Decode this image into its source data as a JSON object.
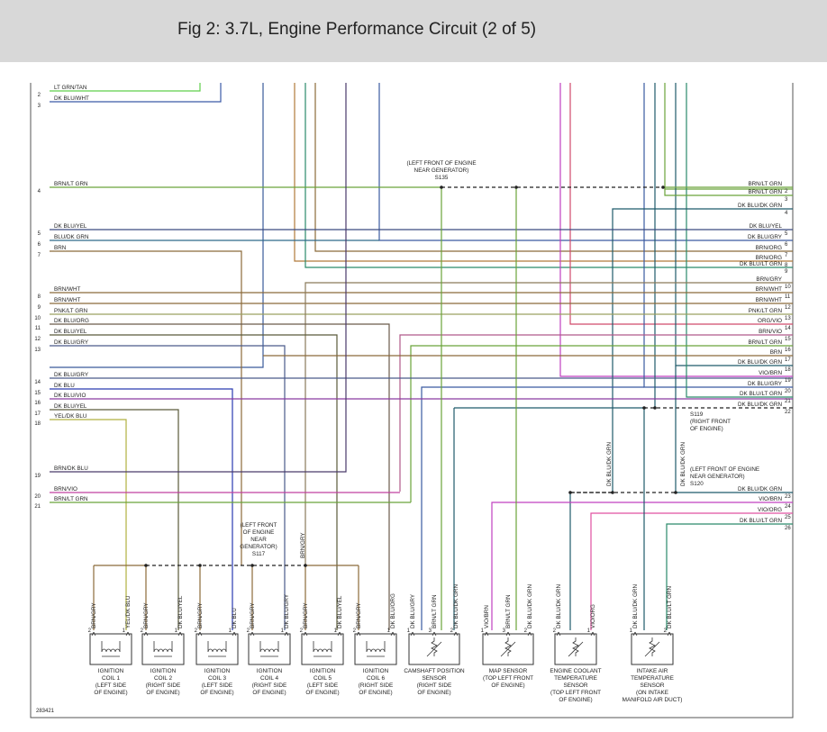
{
  "title": "Fig 2: 3.7L, Engine Performance Circuit (2 of 5)",
  "figure_id": "283421",
  "colors": {
    "header_bg": "#d8d8d8",
    "border": "#555555"
  },
  "left_wires": [
    {
      "num": "2",
      "label": "LT GRN/TAN",
      "color": "#5fcf4a"
    },
    {
      "num": "3",
      "label": "DK BLU/WHT",
      "color": "#3b5aa8"
    },
    {
      "num": "4",
      "label": "BRN/LT GRN",
      "color": "#6aa33a"
    },
    {
      "num": "5",
      "label": "DK BLU/YEL",
      "color": "#3a4a80"
    },
    {
      "num": "6",
      "label": "BLU/DK GRN",
      "color": "#2f6a8a"
    },
    {
      "num": "7",
      "label": "BRN",
      "color": "#8b6a3a"
    },
    {
      "num": "8",
      "label": "BRN/WHT",
      "color": "#8b6a3a"
    },
    {
      "num": "9",
      "label": "BRN/WHT",
      "color": "#8b6a3a"
    },
    {
      "num": "10",
      "label": "PNK/LT GRN",
      "color": "#9aa060"
    },
    {
      "num": "11",
      "label": "DK BLU/ORG",
      "color": "#6a5a4a"
    },
    {
      "num": "12",
      "label": "DK BLU/YEL",
      "color": "#5a5a3a"
    },
    {
      "num": "13",
      "label": "DK BLU/GRY",
      "color": "#4a5a8a"
    },
    {
      "num": "14",
      "label": "DK BLU/GRY",
      "color": "#4a5a8a"
    },
    {
      "num": "15",
      "label": "DK BLU",
      "color": "#2a3ab0"
    },
    {
      "num": "16",
      "label": "DK BLU/VIO",
      "color": "#8a3aa0"
    },
    {
      "num": "17",
      "label": "DK BLU/YEL",
      "color": "#5a5a3a"
    },
    {
      "num": "18",
      "label": "YEL/DK BLU",
      "color": "#b0b040"
    },
    {
      "num": "19",
      "label": "BRN/DK BLU",
      "color": "#4a3a6a"
    },
    {
      "num": "20",
      "label": "BRN/VIO",
      "color": "#c040a0"
    },
    {
      "num": "21",
      "label": "BRN/LT GRN",
      "color": "#6aa33a"
    }
  ],
  "right_wires": [
    {
      "num": "2",
      "label": "BRN/LT GRN",
      "color": "#6aa33a"
    },
    {
      "num": "3",
      "label": "BRN/LT GRN",
      "color": "#6aa33a"
    },
    {
      "num": "4",
      "label": "DK BLU/DK GRN",
      "color": "#1f5a6a"
    },
    {
      "num": "5",
      "label": "DK BLU/YEL",
      "color": "#3a4a80"
    },
    {
      "num": "6",
      "label": "DK BLU/GRY",
      "color": "#3a5aa0"
    },
    {
      "num": "7",
      "label": "BRN/ORG",
      "color": "#b07a3a"
    },
    {
      "num": "8",
      "label": "BRN/ORG",
      "color": "#b07a3a"
    },
    {
      "num": "9",
      "label": "DK BLU/LT GRN",
      "color": "#2a8a6a"
    },
    {
      "num": "10",
      "label": "BRN/GRY",
      "color": "#8a7a5a"
    },
    {
      "num": "11",
      "label": "BRN/WHT",
      "color": "#8b6a3a"
    },
    {
      "num": "12",
      "label": "BRN/WHT",
      "color": "#8b6a3a"
    },
    {
      "num": "13",
      "label": "PNK/LT GRN",
      "color": "#9aa060"
    },
    {
      "num": "14",
      "label": "ORG/VIO",
      "color": "#d04a6a"
    },
    {
      "num": "15",
      "label": "BRN/VIO",
      "color": "#b05a8a"
    },
    {
      "num": "16",
      "label": "BRN/LT GRN",
      "color": "#6aa33a"
    },
    {
      "num": "17",
      "label": "BRN",
      "color": "#8b6a3a"
    },
    {
      "num": "18",
      "label": "DK BLU/DK GRN",
      "color": "#1f5a6a"
    },
    {
      "num": "19",
      "label": "VIO/BRN",
      "color": "#c040c0"
    },
    {
      "num": "20",
      "label": "DK BLU/GRY",
      "color": "#3a5aa0"
    },
    {
      "num": "21",
      "label": "DK BLU/LT GRN",
      "color": "#2a8a6a"
    },
    {
      "num": "22",
      "label": "DK BLU/DK GRN",
      "color": "#1f5a6a"
    },
    {
      "num": "23",
      "label": "DK BLU/DK GRN",
      "color": "#1f5a6a"
    },
    {
      "num": "24",
      "label": "VIO/BRN",
      "color": "#c040c0"
    },
    {
      "num": "25",
      "label": "VIO/ORG",
      "color": "#e050a0"
    },
    {
      "num": "26",
      "label": "DK BLU/LT GRN",
      "color": "#2a8a6a"
    }
  ],
  "splices": {
    "s135": {
      "label": "(LEFT FRONT OF ENGINE\nNEAR GENERATOR)\nS135"
    },
    "s117": {
      "label": "(LEFT FRONT\nOF ENGINE\nNEAR\nGENERATOR)\nS117"
    },
    "s119": {
      "label": "S119\n(RIGHT FRONT\nOF ENGINE)"
    },
    "s120": {
      "label": "(LEFT FRONT OF ENGINE\nNEAR GENERATOR)\nS120"
    }
  },
  "vertical_labels": {
    "brn_gry_s117": "BRN/GRY",
    "dk_blu_grn_1": "DK BLU/DK GRN",
    "dk_blu_grn_2": "DK BLU/DK GRN"
  },
  "components": [
    {
      "id": "coil1",
      "name": "IGNITION\nCOIL 1\n(LEFT SIDE\nOF ENGINE)",
      "pins": [
        {
          "n": "2",
          "w": "BRN/GRY"
        },
        {
          "n": "1",
          "w": "YEL/DK BLU"
        }
      ]
    },
    {
      "id": "coil2",
      "name": "IGNITION\nCOIL 2\n(RIGHT SIDE\nOF ENGINE)",
      "pins": [
        {
          "n": "2",
          "w": "BRN/GRY"
        },
        {
          "n": "1",
          "w": "DK BLU/YEL"
        }
      ]
    },
    {
      "id": "coil3",
      "name": "IGNITION\nCOIL 3\n(LEFT SIDE\nOF ENGINE)",
      "pins": [
        {
          "n": "2",
          "w": "BRN/GRY"
        },
        {
          "n": "1",
          "w": "DK BLU"
        }
      ]
    },
    {
      "id": "coil4",
      "name": "IGNITION\nCOIL 4\n(RIGHT SIDE\nOF ENGINE)",
      "pins": [
        {
          "n": "2",
          "w": "BRN/GRY"
        },
        {
          "n": "1",
          "w": "DK BLU/GRY"
        }
      ]
    },
    {
      "id": "coil5",
      "name": "IGNITION\nCOIL 5\n(LEFT SIDE\nOF ENGINE)",
      "pins": [
        {
          "n": "2",
          "w": "BRN/GRY"
        },
        {
          "n": "1",
          "w": "DK BLU/YEL"
        }
      ]
    },
    {
      "id": "coil6",
      "name": "IGNITION\nCOIL 6\n(RIGHT SIDE\nOF ENGINE)",
      "pins": [
        {
          "n": "2",
          "w": "BRN/GRY"
        },
        {
          "n": "1",
          "w": "DK BLU/ORG"
        }
      ]
    },
    {
      "id": "cam",
      "name": "CAMSHAFT POSITION\nSENSOR\n(RIGHT SIDE\nOF ENGINE)",
      "pins": [
        {
          "n": "1",
          "w": "DK BLU/GRY"
        },
        {
          "n": "3",
          "w": "BRN/LT GRN"
        },
        {
          "n": "2",
          "w": "DK BLU/DK GRN"
        }
      ]
    },
    {
      "id": "map",
      "name": "MAP SENSOR\n(TOP LEFT FRONT\nOF ENGINE)",
      "pins": [
        {
          "n": "1",
          "w": "VIO/BRN"
        },
        {
          "n": "3",
          "w": "BRN/LT GRN"
        },
        {
          "n": "2",
          "w": "DK BLU/DK GRN"
        }
      ]
    },
    {
      "id": "ect",
      "name": "ENGINE COOLANT\nTEMPERATURE\nSENSOR\n(TOP LEFT FRONT\nOF ENGINE)",
      "pins": [
        {
          "n": "2",
          "w": "DK BLU/DK GRN"
        },
        {
          "n": "1",
          "w": "VIO/ORG"
        }
      ]
    },
    {
      "id": "iat",
      "name": "INTAKE AIR\nTEMPERATURE\nSENSOR\n(ON INTAKE\nMANIFOLD AIR DUCT)",
      "pins": [
        {
          "n": "1",
          "w": "DK BLU/DK GRN"
        },
        {
          "n": "2",
          "w": "DK BLU/LT GRN"
        }
      ]
    }
  ]
}
